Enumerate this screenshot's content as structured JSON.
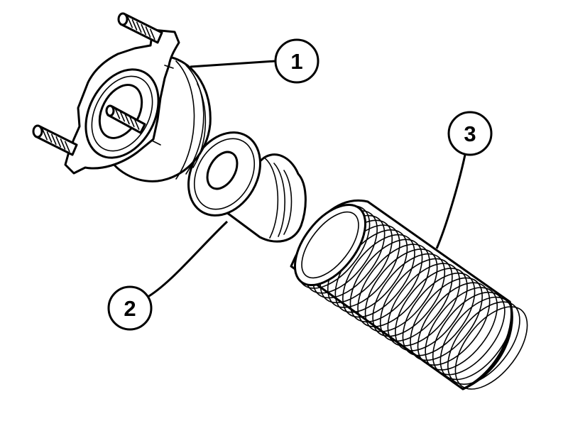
{
  "callouts": {
    "c1": "1",
    "c2": "2",
    "c3": "3"
  },
  "parts": {
    "p1": "top-strut-mount-with-studs",
    "p2": "bump-stop",
    "p3": "protective-bellows"
  },
  "colors": {
    "line": "#000000",
    "background": "#ffffff"
  }
}
